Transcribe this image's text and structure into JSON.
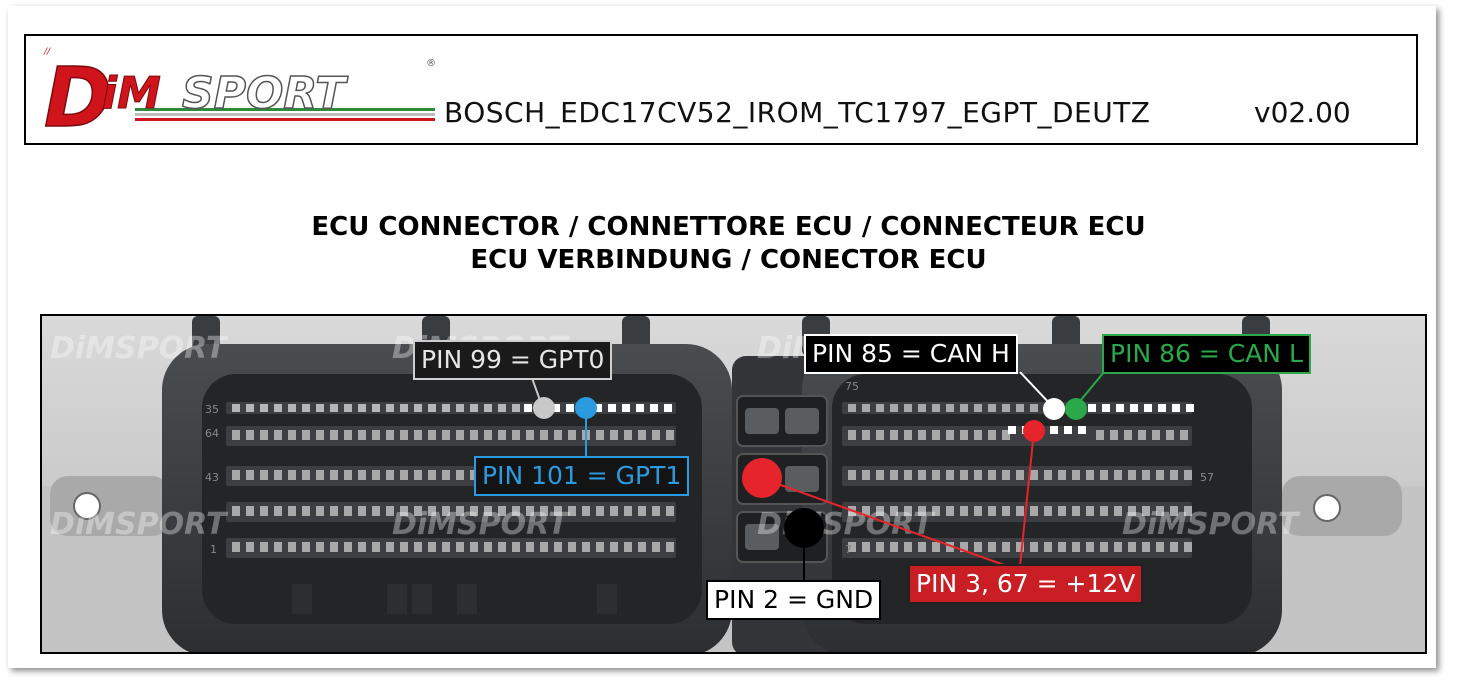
{
  "header": {
    "logo_text": "DiMSPORT",
    "title": "BOSCH_EDC17CV52_IROM_TC1797_EGPT_DEUTZ",
    "version": "v02.00"
  },
  "section": {
    "title_line1": "ECU CONNECTOR / CONNETTORE ECU / CONNECTEUR ECU",
    "title_line2": "ECU VERBINDUNG / CONECTOR ECU"
  },
  "photo": {
    "watermark": "DiMSPORT",
    "pin_numbers_left": [
      "35",
      "64",
      "43",
      "1"
    ],
    "pin_numbers_right": [
      "75",
      "57",
      "7"
    ]
  },
  "pins": {
    "gpt0": {
      "text": "PIN 99 = GPT0",
      "color": "#c8c8c8"
    },
    "gpt1": {
      "text": "PIN 101 = GPT1",
      "color": "#2a9be0"
    },
    "can_h": {
      "text": "PIN 85 = CAN H",
      "color": "#ffffff"
    },
    "can_l": {
      "text": "PIN 86 = CAN L",
      "color": "#2aa84a"
    },
    "gnd": {
      "text": "PIN 2 = GND",
      "color": "#000000"
    },
    "power": {
      "text": "PIN 3, 67 = +12V",
      "color": "#e5252b"
    }
  },
  "colors": {
    "brand_red": "#d0141b",
    "brand_green": "#2e8b3a",
    "connector_body": "#3a3d40"
  }
}
